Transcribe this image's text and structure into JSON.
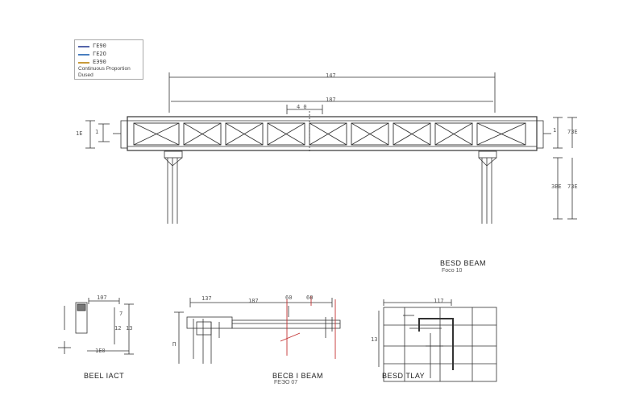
{
  "legend": {
    "items": [
      {
        "label": "ГЕ90",
        "color": "#5566aa"
      },
      {
        "label": "ГЕ2О",
        "color": "#4a7fc0"
      },
      {
        "label": "ЕЭ90",
        "color": "#c89a3a"
      }
    ],
    "note_line1": "Continuous Proportion",
    "note_line2": "Dused"
  },
  "main": {
    "dim_top": "147",
    "dim_second": "187",
    "dim_center": "4 0",
    "dim_left_a": "1Е",
    "dim_left_b": "1",
    "dim_right_a": "1",
    "dim_right_b": "7ЗЕ",
    "dim_right_c": "ЗВЕ",
    "dim_right_d": "7ЗЕ",
    "view_title": "BESD BEAM",
    "view_sub": "Fосо 10"
  },
  "detail_left": {
    "title": "BEEL IACT",
    "dim_top": "107",
    "dim_side_a": "7",
    "dim_side_b": "12",
    "dim_side_c": "13",
    "dim_bottom": "1Е0"
  },
  "detail_center": {
    "title": "BECB I BEAM",
    "sub": "FEЭO 07",
    "dim_a": "137",
    "dim_b": "187",
    "dim_c": "60",
    "dim_d": "60",
    "dim_side": "П"
  },
  "detail_right": {
    "title": "BESD TLAY",
    "dim_top": "117",
    "dim_side": "13"
  }
}
